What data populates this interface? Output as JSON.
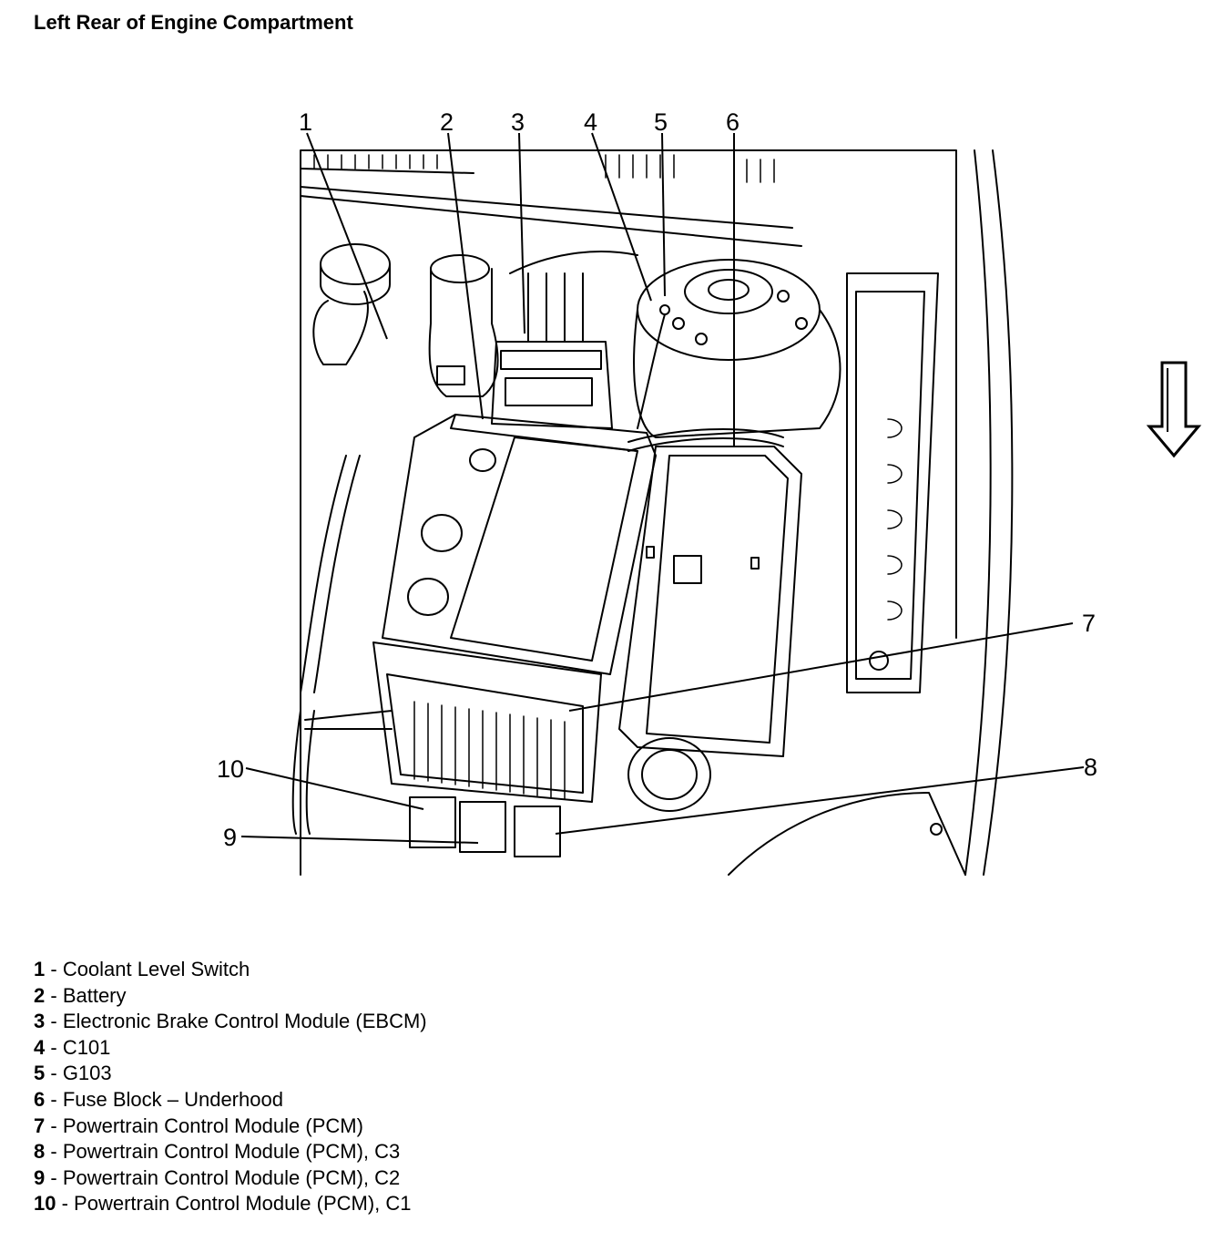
{
  "title": "Left Rear of Engine Compartment",
  "callouts": [
    "1",
    "2",
    "3",
    "4",
    "5",
    "6",
    "7",
    "8",
    "9",
    "10"
  ],
  "legend": [
    {
      "num": "1",
      "sep": " - ",
      "text": "Coolant Level Switch"
    },
    {
      "num": "2",
      "sep": " - ",
      "text": "Battery"
    },
    {
      "num": "3",
      "sep": " - ",
      "text": "Electronic Brake Control Module (EBCM)"
    },
    {
      "num": "4",
      "sep": " - ",
      "text": "C101"
    },
    {
      "num": "5",
      "sep": " - ",
      "text": "G103"
    },
    {
      "num": "6",
      "sep": " - ",
      "text": "Fuse Block – Underhood"
    },
    {
      "num": "7",
      "sep": " - ",
      "text": "Powertrain Control Module (PCM)"
    },
    {
      "num": "8",
      "sep": " - ",
      "text": "Powertrain Control Module (PCM), C3"
    },
    {
      "num": "9",
      "sep": " - ",
      "text": "Powertrain Control Module (PCM), C2"
    },
    {
      "num": "10",
      "sep": " - ",
      "text": "Powertrain Control Module (PCM), C1"
    }
  ],
  "icons": {
    "direction_arrow": "down-arrow-icon"
  }
}
